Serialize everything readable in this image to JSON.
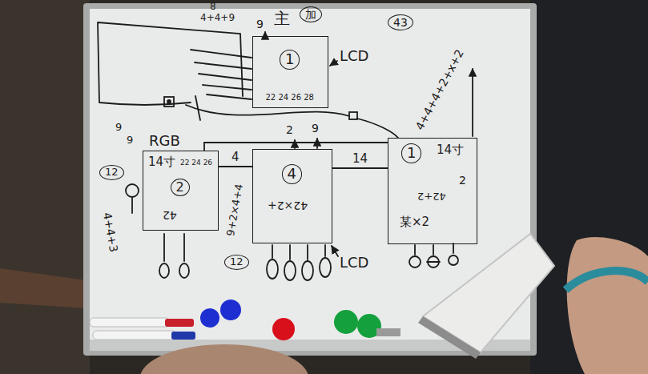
{
  "diagram": {
    "nodes": [
      {
        "text": [
          "1",
          "22 24 26 28"
        ]
      },
      {
        "text": [
          "14寸",
          "22 24 26",
          "2",
          "42"
        ]
      },
      {
        "text": [
          "4",
          "42×2+"
        ]
      },
      {
        "text": [
          "14寸",
          "1",
          "2",
          "42+2",
          "某×2"
        ]
      }
    ],
    "edges": [
      {
        "from": 1,
        "to": 2,
        "arrow": "none",
        "label": "4"
      },
      {
        "from": 2,
        "to": 3,
        "arrow": "none",
        "label": "14"
      },
      {
        "from": 1,
        "to": 3,
        "arrow": "none"
      }
    ],
    "labels": [
      "8",
      "4+4+9",
      "9",
      "主",
      "加",
      "LCD",
      "RGB",
      "9",
      "9",
      "12",
      "4+4+3",
      "2",
      "9",
      "9+2×4+4",
      "LCD",
      "12",
      "43",
      "4+4+4+2+x+2"
    ]
  }
}
